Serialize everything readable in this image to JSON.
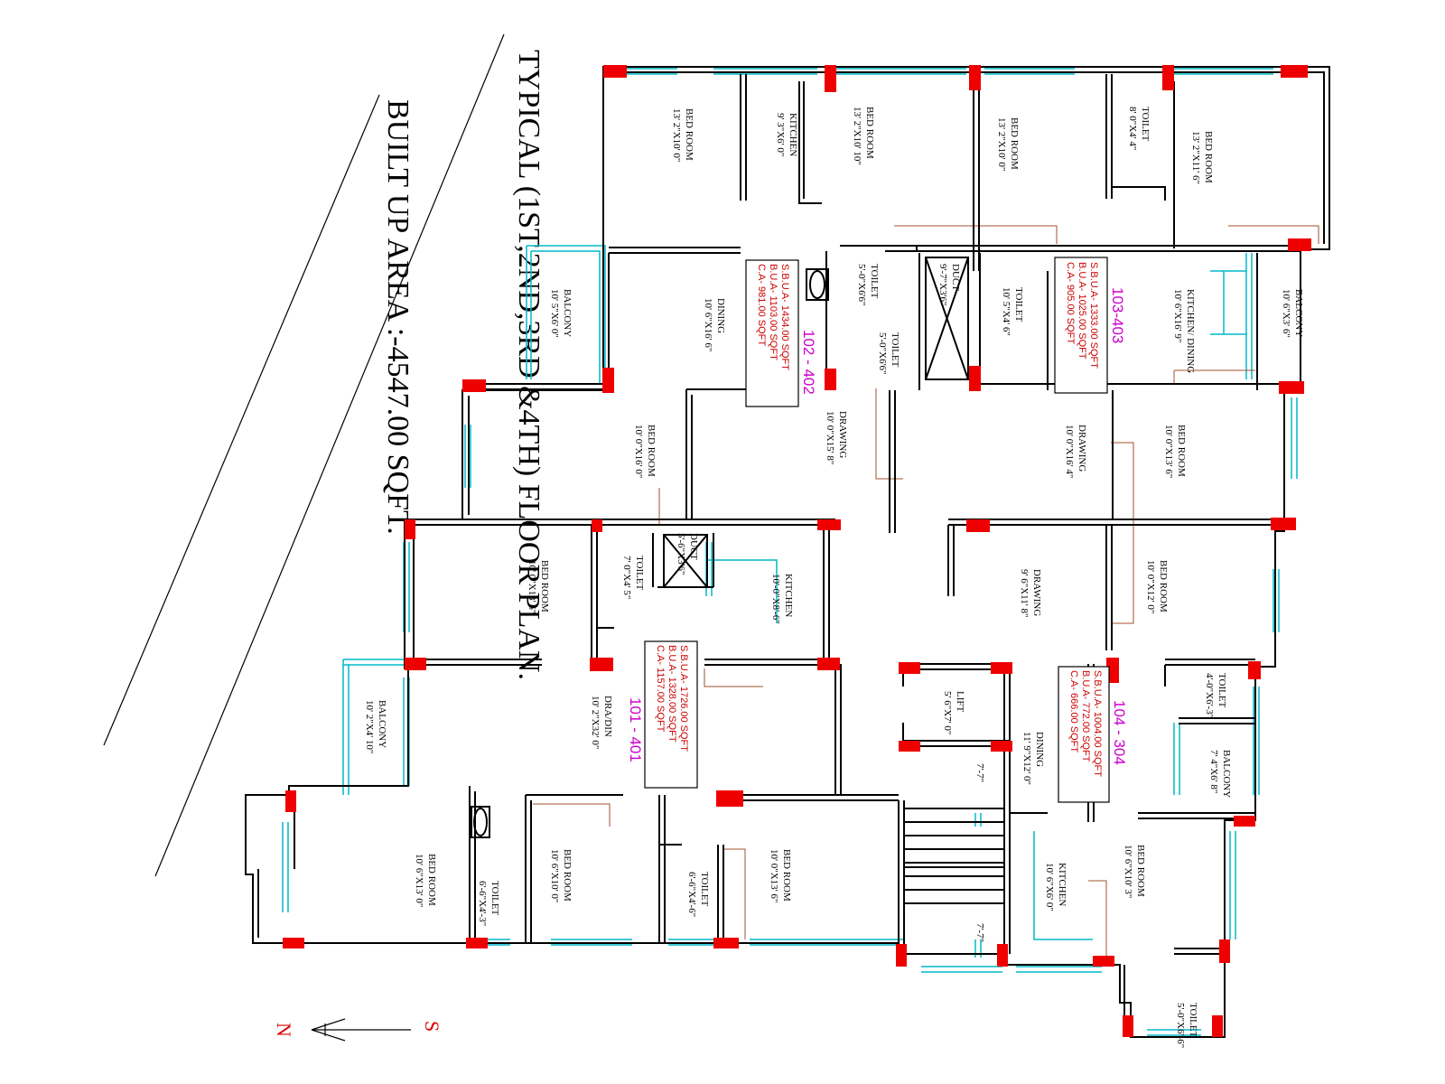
{
  "title": {
    "line1": "TYPICAL (1ST,2ND,3RD &4TH) FLOOR PLAN.",
    "line2": "BUILT UP AREA :-4547.00 SQFT."
  },
  "compass": {
    "north": "N",
    "south": "S"
  },
  "units": [
    {
      "id": "101 - 401",
      "sbua": "S.B.U.A- 1726.00 SQFT",
      "bua": "B.U.A- 1328.00 SQFT",
      "ca": "C.A- 1157.00 SQFT"
    },
    {
      "id": "102 - 402",
      "sbua": "S.B.U.A- 1434.00 SQFT",
      "bua": "B.U.A- 1103.00 SQFT",
      "ca": "C.A- 981.00 SQFT"
    },
    {
      "id": "103-403",
      "sbua": "S.B.U.A- 1333.00 SQFT",
      "bua": "B.U.A- 1025.00 SQFT",
      "ca": "C.A- 905.00 SQFT"
    },
    {
      "id": "104 - 304",
      "sbua": "S.B.U.A- 1004.00 SQFT",
      "bua": "B.U.A- 772.00 SQFT",
      "ca": "C.A- 666.00 SQFT"
    }
  ],
  "rooms": [
    {
      "name": "BED ROOM",
      "size": "13' 2\"X10' 0\""
    },
    {
      "name": "KITCHEN",
      "size": "9' 3\"X6' 0\""
    },
    {
      "name": "BED ROOM",
      "size": "13' 2\"X10' 10\""
    },
    {
      "name": "BED ROOM",
      "size": "13' 2\"X10' 0\""
    },
    {
      "name": "TOILET",
      "size": "8' 0\"X4' 4\""
    },
    {
      "name": "BED ROOM",
      "size": "13' 2\"X11' 6\""
    },
    {
      "name": "BALCONY",
      "size": "10' 5\"X6' 0\""
    },
    {
      "name": "DINING",
      "size": "10' 6\"X16' 6\""
    },
    {
      "name": "TOILET",
      "size": "5'-0\"X6'6\""
    },
    {
      "name": "TOILET",
      "size": "5'-0\"X6'6\""
    },
    {
      "name": "DUCT",
      "size": "9'-7\"X3'6\""
    },
    {
      "name": "TOILET",
      "size": "10' 5\"X4' 6\""
    },
    {
      "name": "KITCHEN/ DINING",
      "size": "10' 6\"X16' 9\""
    },
    {
      "name": "BALCONY",
      "size": "10' 6\"X3' 6\""
    },
    {
      "name": "BED ROOM",
      "size": "10' 0\"X16' 0\""
    },
    {
      "name": "DRAWING",
      "size": "10' 0\"X15' 8\""
    },
    {
      "name": "DRAWING",
      "size": "10' 0\"X16' 4\""
    },
    {
      "name": "BED ROOM",
      "size": "10' 0\"X13' 6\""
    },
    {
      "name": "BED ROOM",
      "size": "10' 0\"X13' 6\""
    },
    {
      "name": "TOILET",
      "size": "7' 0\"X4' 5\""
    },
    {
      "name": "DUCT",
      "size": "5'-6\"X3'6\""
    },
    {
      "name": "KITCHEN",
      "size": "10'-0\"X8'-6\""
    },
    {
      "name": "DRAWING",
      "size": "9' 6\"X11' 8\""
    },
    {
      "name": "BED ROOM",
      "size": "10' 0\"X12' 0\""
    },
    {
      "name": "BALCONY",
      "size": "10' 2\"X4' 10\""
    },
    {
      "name": "DRA/DIN",
      "size": "10' 2\"X32' 0\""
    },
    {
      "name": "LIFT",
      "size": "5' 6\"X7' 0\""
    },
    {
      "name": "DINING",
      "size": "11' 9\"X12' 0\""
    },
    {
      "name": "TOILET",
      "size": "4'-0\"X6'-3\""
    },
    {
      "name": "BALCONY",
      "size": "7' 4\"X6' 8\""
    },
    {
      "name": "BED ROOM",
      "size": "10' 6\"X13' 0\""
    },
    {
      "name": "TOILET",
      "size": "6'-6\"X4'-3\""
    },
    {
      "name": "BED ROOM",
      "size": "10' 6\"X10' 0\""
    },
    {
      "name": "TOILET",
      "size": "6'-6\"X4'-6\""
    },
    {
      "name": "BED ROOM",
      "size": "10' 0\"X13' 6\""
    },
    {
      "name": "KITCHEN",
      "size": "10' 6\"X6' 0\""
    },
    {
      "name": "BED ROOM",
      "size": "10' 6\"X10' 3\""
    },
    {
      "name": "TOILET",
      "size": "5'-0\"X6'-6\""
    }
  ],
  "dims": [
    "7'-7\"",
    "7'-7\""
  ]
}
